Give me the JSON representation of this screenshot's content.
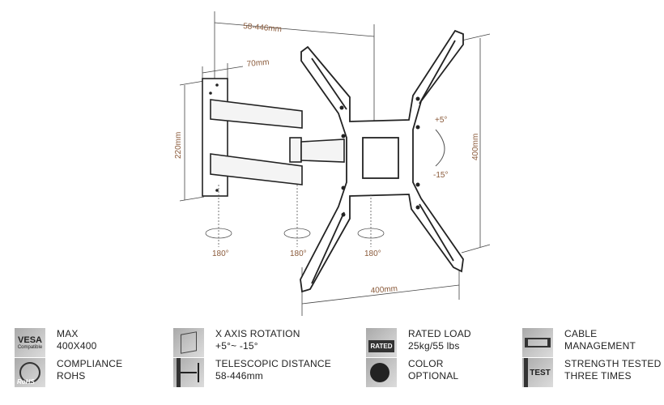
{
  "diagram": {
    "dimensions": {
      "telescopic": "58-446mm",
      "plate_depth": "70mm",
      "plate_height": "220mm",
      "vesa_vertical": "400mm",
      "vesa_horizontal": "400mm"
    },
    "tilt": {
      "up": "+5°",
      "down": "-15°"
    },
    "swivel": [
      "180°",
      "180°",
      "180°"
    ]
  },
  "features": [
    {
      "icon": "vesa-icon",
      "icon_text": "VESA",
      "icon_sub": "Compatible",
      "line1": "MAX",
      "line2": "400X400"
    },
    {
      "icon": "rotation-icon",
      "line1": "X AXIS ROTATION",
      "line2": "+5°~ -15°"
    },
    {
      "icon": "weight-icon",
      "icon_text": "RATED",
      "line1": "RATED LOAD",
      "line2": "25kg/55 lbs"
    },
    {
      "icon": "cable-icon",
      "line1": "CABLE",
      "line2": "MANAGEMENT"
    },
    {
      "icon": "rohs-icon",
      "icon_text": "RoHS",
      "line1": "COMPLIANCE",
      "line2": "ROHS"
    },
    {
      "icon": "telescopic-icon",
      "line1": "TELESCOPIC DISTANCE",
      "line2": "58-446mm"
    },
    {
      "icon": "color-icon",
      "line1": "COLOR",
      "line2": "OPTIONAL"
    },
    {
      "icon": "test-icon",
      "icon_text": "TEST",
      "line1": "STRENGTH TESTED",
      "line2": "THREE TIMES"
    }
  ]
}
